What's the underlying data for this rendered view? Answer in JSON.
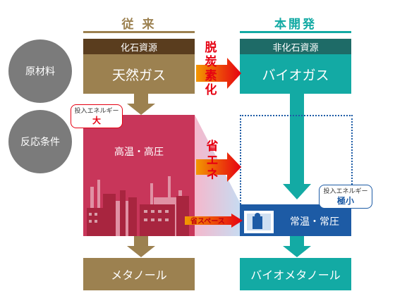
{
  "columns": {
    "conventional": {
      "title": "従 来",
      "material_label": "化石資源",
      "material": "天然ガス",
      "conditions": "高温・高圧",
      "product": "メタノール"
    },
    "new": {
      "title": "本開発",
      "material_label": "非化石資源",
      "material": "バイオガス",
      "conditions": "常温・常圧",
      "product": "バイオメタノール"
    }
  },
  "rows": {
    "raw_material": "原材料",
    "reaction_conditions": "反応条件"
  },
  "arrows": {
    "decarbonize": "脱炭素化",
    "energy_saving": "省エネ",
    "space_saving": "省スペース"
  },
  "energy_input": {
    "conventional": {
      "label": "投入エネルギー",
      "level": "大"
    },
    "new": {
      "label": "投入エネルギー",
      "level": "極小"
    }
  },
  "colors": {
    "conventional": "#9c8150",
    "new": "#13aaa4",
    "reaction_old": "#c8365a",
    "reaction_new": "#1d5ba5",
    "accent": "#e60012"
  }
}
